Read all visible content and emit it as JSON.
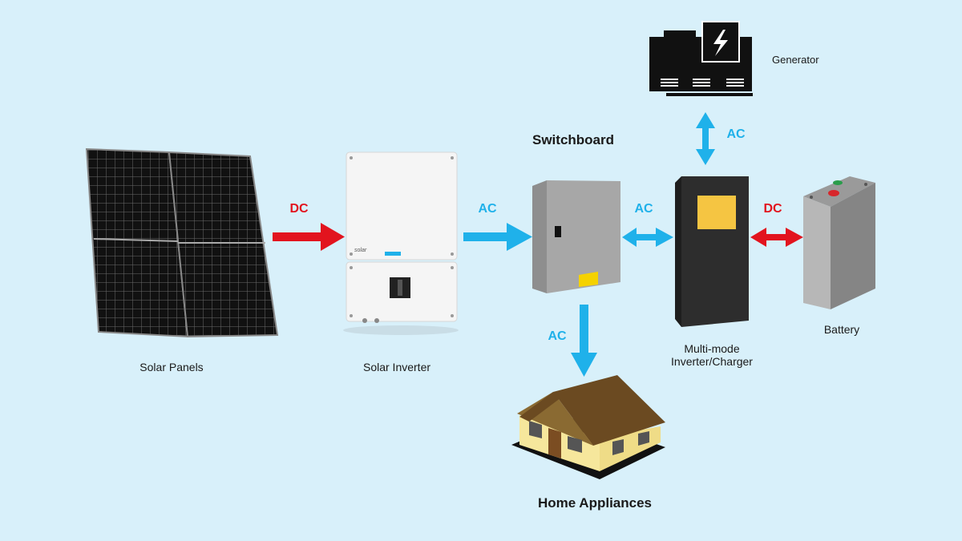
{
  "labels": {
    "solar_panels": "Solar Panels",
    "solar_inverter": "Solar Inverter",
    "switchboard": "Switchboard",
    "generator": "Generator",
    "inverter_charger_line1": "Multi-mode",
    "inverter_charger_line2": "Inverter/Charger",
    "battery": "Battery",
    "home_appliances": "Home Appliances"
  },
  "flows": {
    "panels_to_inverter": "DC",
    "inverter_to_switchboard": "AC",
    "switchboard_to_charger": "AC",
    "charger_to_battery": "DC",
    "generator_to_charger": "AC",
    "switchboard_to_home": "AC"
  },
  "inverter_brand": "solar",
  "colors": {
    "background": "#d8f0fa",
    "dc": "#e2141e",
    "ac": "#1fb1ea"
  }
}
